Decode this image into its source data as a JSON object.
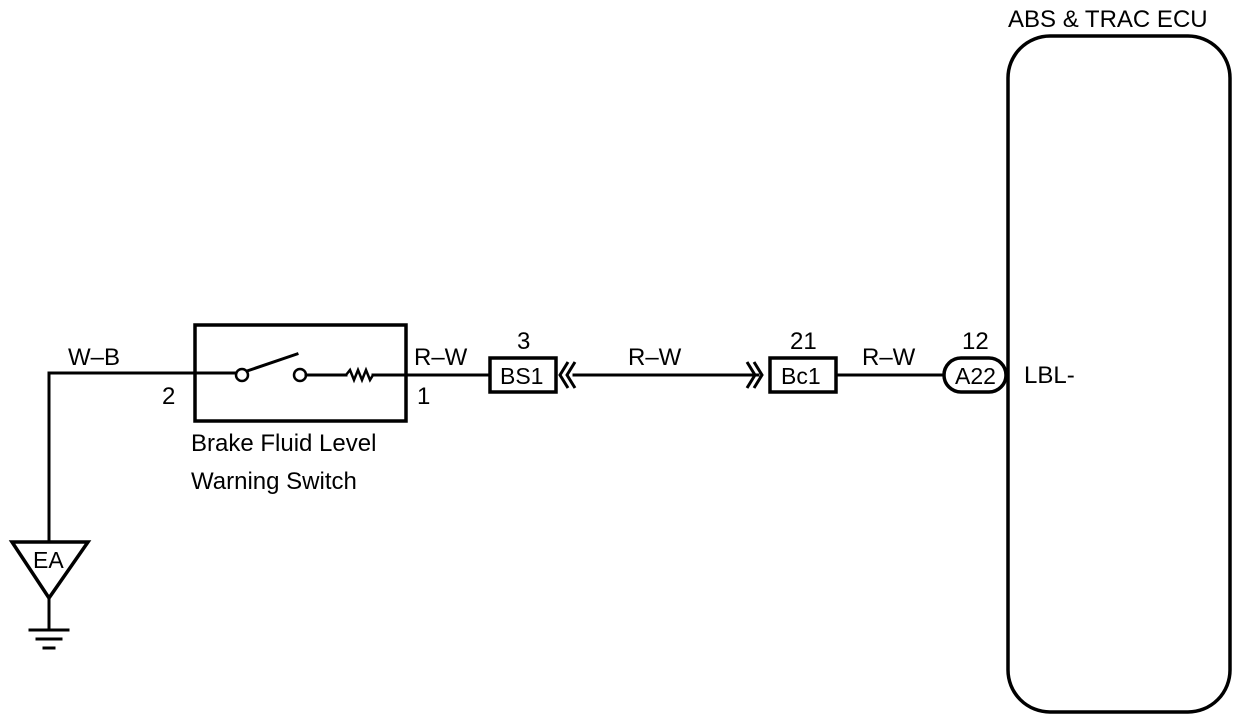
{
  "ecu": {
    "title": "ABS & TRAC ECU",
    "pin_label": "LBL-"
  },
  "switch": {
    "name_line1": "Brake Fluid Level",
    "name_line2": "Warning Switch",
    "pin_left": "2",
    "pin_right": "1"
  },
  "ground": {
    "label": "EA"
  },
  "wires": {
    "ground_wire": "W–B",
    "wire1": "R–W",
    "wire2": "R–W",
    "wire3": "R–W"
  },
  "connectors": {
    "bs1": {
      "name": "BS1",
      "pin": "3"
    },
    "bc1": {
      "name": "Bc1",
      "pin": "21"
    },
    "a22": {
      "name": "A22",
      "pin": "12"
    }
  }
}
